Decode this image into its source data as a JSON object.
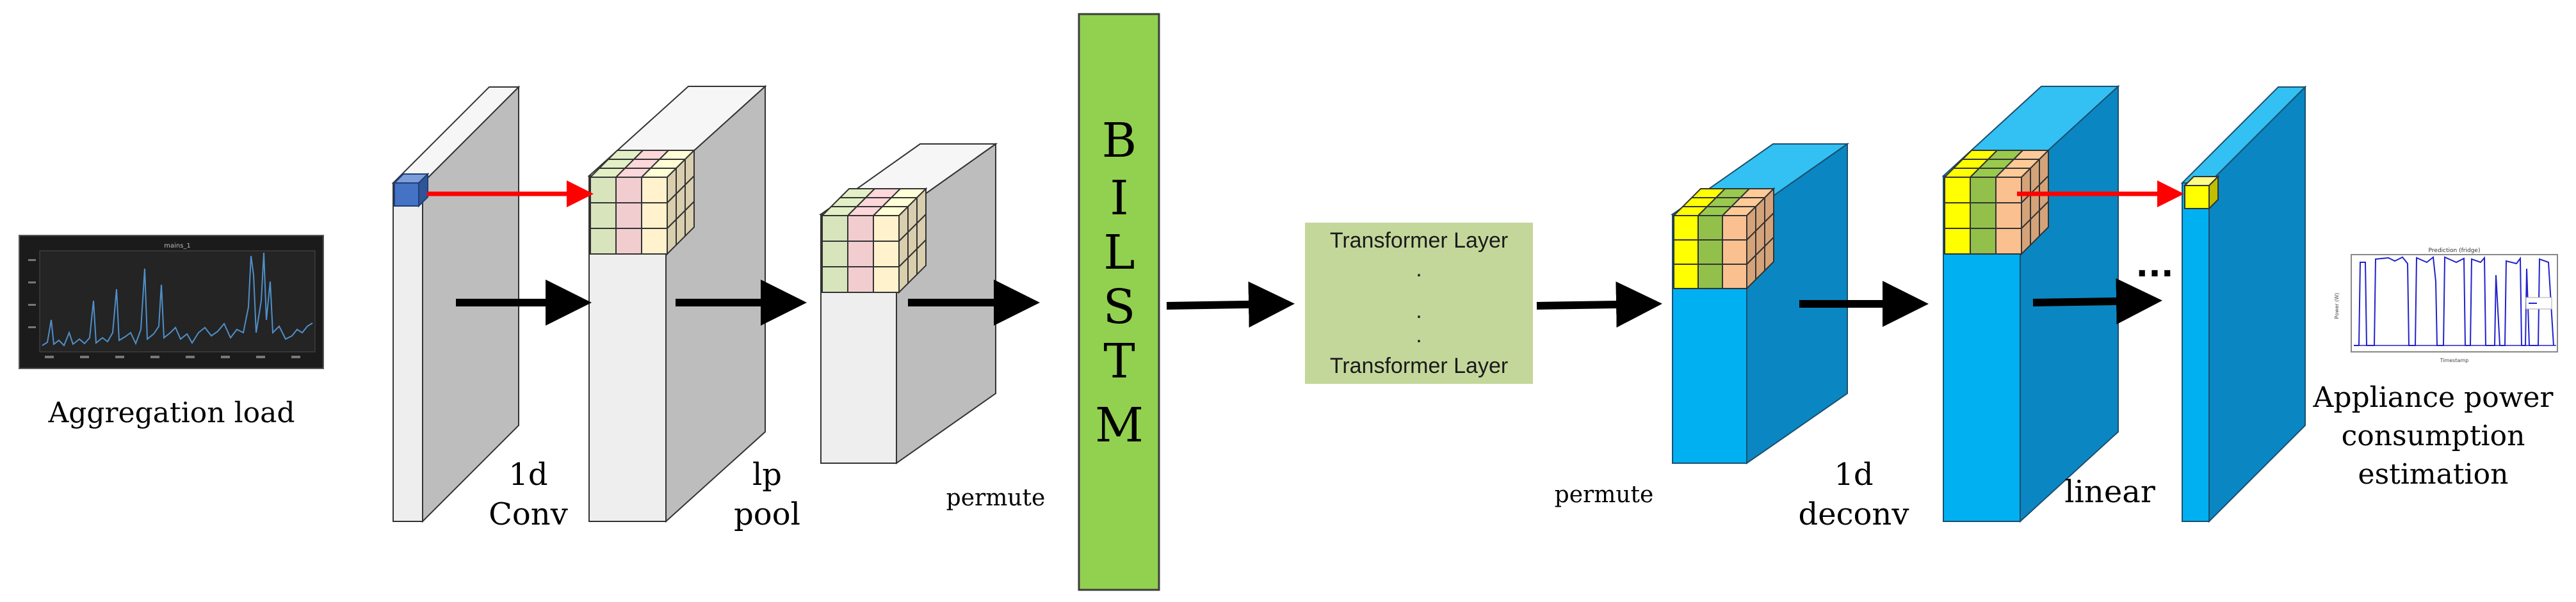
{
  "input_panel": {
    "caption": "Aggregation load",
    "plot_title": "mains_1"
  },
  "blocks": {
    "conv": {
      "label_line1": "1d",
      "label_line2": "Conv"
    },
    "pool": {
      "label_line1": "lp",
      "label_line2": "pool"
    },
    "permute_1": {
      "label": "permute"
    },
    "bilstm": {
      "letters": [
        "B",
        "I",
        "L",
        "S",
        "T",
        "M"
      ]
    },
    "transformer": {
      "layer_top": "Transformer Layer",
      "dots": [
        ".",
        ".",
        "."
      ],
      "layer_bottom": "Transformer Layer"
    },
    "permute_2": {
      "label": "permute"
    },
    "deconv": {
      "label_line1": "1d",
      "label_line2": "deconv"
    },
    "linear": {
      "label": "linear"
    },
    "ellipsis": "..."
  },
  "output_panel": {
    "caption_line1": "Appliance power",
    "caption_line2": "consumption",
    "caption_line3": "estimation",
    "plot_title": "Prediction (fridge)",
    "xlabel": "Timestamp",
    "ylabel": "Power (W)"
  },
  "colors": {
    "gray_front": "#eeeeee",
    "gray_side": "#bdbdbd",
    "gray_top": "#f6f6f6",
    "blue_front": "#00b0f0",
    "blue_side": "#0a87c2",
    "blue_top": "#33c1f3",
    "bilstm_green": "#92d050",
    "transformer_green": "#c4d79b",
    "arrow_red": "#ff0000",
    "kernel_blue": "#4472c4",
    "kernel_yellow": "#ffff00",
    "cell_green": "#d8e4bc",
    "cell_pink": "#f2cdd0",
    "cell_cream": "#fff2cc",
    "cell_green_dark": "#92c04a",
    "cell_orange": "#fac090"
  }
}
